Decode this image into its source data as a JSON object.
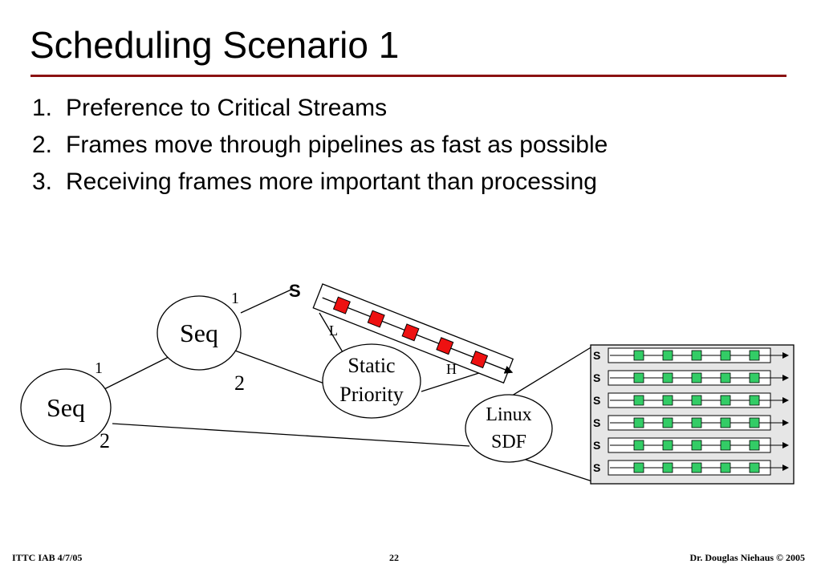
{
  "title": "Scheduling Scenario 1",
  "list": [
    {
      "num": "1.",
      "text": "Preference to Critical Streams"
    },
    {
      "num": "2.",
      "text": "Frames move through pipelines as fast as possible"
    },
    {
      "num": "3.",
      "text": "Receiving frames more important than processing"
    }
  ],
  "diagram": {
    "seq_top": "Seq",
    "seq_left": "Seq",
    "edge_1_top": "1",
    "edge_2_top": "2",
    "edge_1_left": "1",
    "edge_2_left": "2",
    "static_priority_line1": "Static",
    "static_priority_line2": "Priority",
    "linux_sdf_line1": "Linux",
    "linux_sdf_line2": "SDF",
    "pipeline_low": "L",
    "pipeline_high": "H",
    "source_symbol": "S",
    "colors": {
      "critical_frame": "#ee1111",
      "normal_frame": "#33cc66",
      "rule": "#8b1111"
    }
  },
  "footer": {
    "left": "ITTC IAB  4/7/05",
    "center": "22",
    "right": "Dr. Douglas Niehaus © 2005"
  }
}
